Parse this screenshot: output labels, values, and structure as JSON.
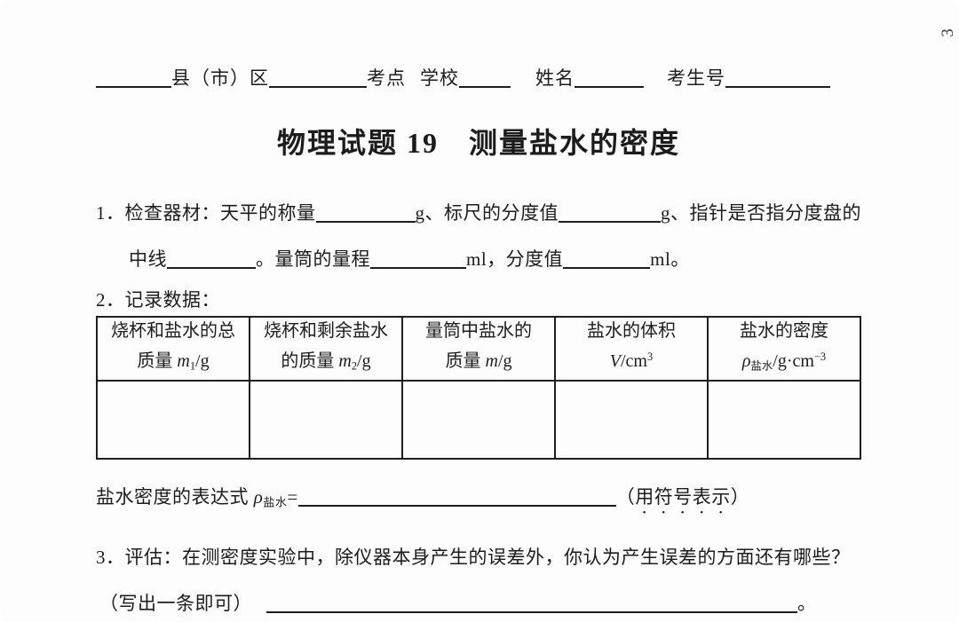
{
  "page_number": "3",
  "header": {
    "county": "县（市）区",
    "site": "考点",
    "school": "学校",
    "name": "姓名",
    "candidate_no": "考生号"
  },
  "title": "物理试题 19　测量盐水的密度",
  "q1": {
    "s1": "1．检查器材：天平的称量",
    "s2": "g、标尺的分度值",
    "s3": "g、指针是否指分度盘的",
    "s4": "中线",
    "s5": "。量筒的量程",
    "s6": "ml，分度值",
    "s7": "ml。"
  },
  "q2": {
    "label": "2．记录数据：",
    "table": {
      "headers": [
        {
          "l1": "烧杯和盐水的总",
          "pre": "质量 ",
          "v": "m",
          "sub": "1",
          "post": "/g",
          "sup": ""
        },
        {
          "l1": "烧杯和剩余盐水",
          "pre": "的质量 ",
          "v": "m",
          "sub": "2",
          "post": "/g",
          "sup": ""
        },
        {
          "l1": "量筒中盐水的",
          "pre": "质量 ",
          "v": "m",
          "sub": "",
          "post": "/g",
          "sup": ""
        },
        {
          "l1": "盐水的体积",
          "pre": "",
          "v": "V",
          "sub": "",
          "post": "/cm",
          "sup": "3"
        },
        {
          "l1": "盐水的密度",
          "pre": "",
          "v": "ρ",
          "sub": "盐水",
          "post": "/g·cm",
          "sup": "−3"
        }
      ],
      "empty_row_cells": [
        "",
        "",
        "",
        "",
        ""
      ]
    }
  },
  "expression": {
    "label": "盐水密度的表达式 ",
    "rho": "ρ",
    "rho_sub": "盐水",
    "equals": "=",
    "note_open": "（",
    "note_emph": "用符号表示",
    "note_close": "）"
  },
  "q3": {
    "line1": "3．评估：在测密度实验中，除仪器本身产生的误差外，你认为产生误差的方面还有哪些？",
    "line2_label": "（写出一条即可）",
    "line2_end": "。"
  }
}
